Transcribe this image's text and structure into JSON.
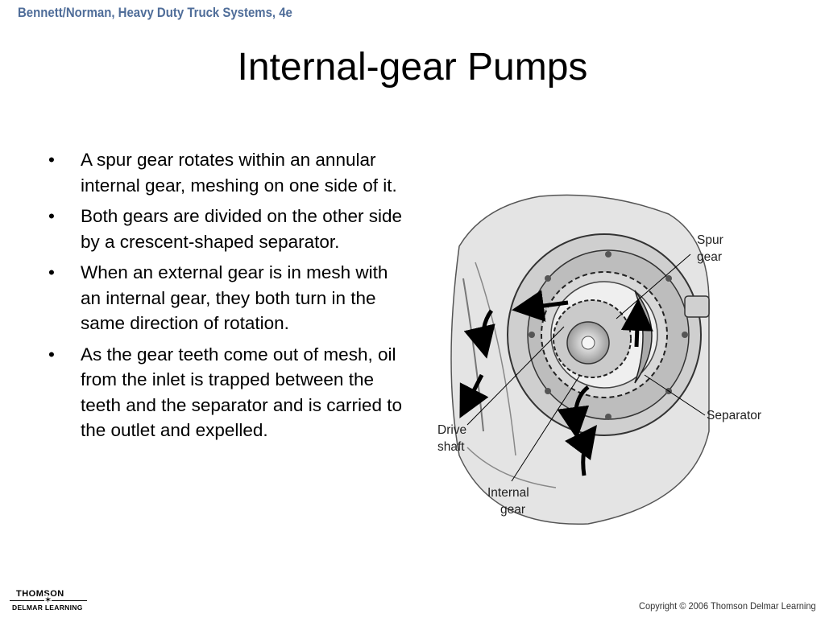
{
  "header": {
    "book_title": "Bennett/Norman, Heavy Duty Truck Systems, 4e"
  },
  "slide": {
    "title": "Internal-gear Pumps"
  },
  "bullets": [
    "A spur gear rotates within an annular internal gear, meshing on one side of it.",
    "Both gears are divided on the other side by a crescent-shaped separator.",
    "When an external gear is in mesh with an internal gear, they both turn in the same direction of rotation.",
    "As the gear teeth come out of mesh, oil from the inlet is trapped between the teeth and the separator and is carried to the outlet and expelled."
  ],
  "bullet_symbol": "•",
  "figure": {
    "labels": {
      "spur_gear_line1": "Spur",
      "spur_gear_line2": "gear",
      "separator": "Separator",
      "drive_shaft_line1": "Drive",
      "drive_shaft_line2": "shaft",
      "internal_gear_line1": "Internal",
      "internal_gear_line2": "gear"
    }
  },
  "footer": {
    "logo_top": "THOMSON",
    "logo_bottom": "DELMAR LEARNING",
    "logo_star": "✶",
    "copyright": "Copyright © 2006 Thomson Delmar Learning"
  },
  "colors": {
    "header_text": "#4f6d99"
  }
}
